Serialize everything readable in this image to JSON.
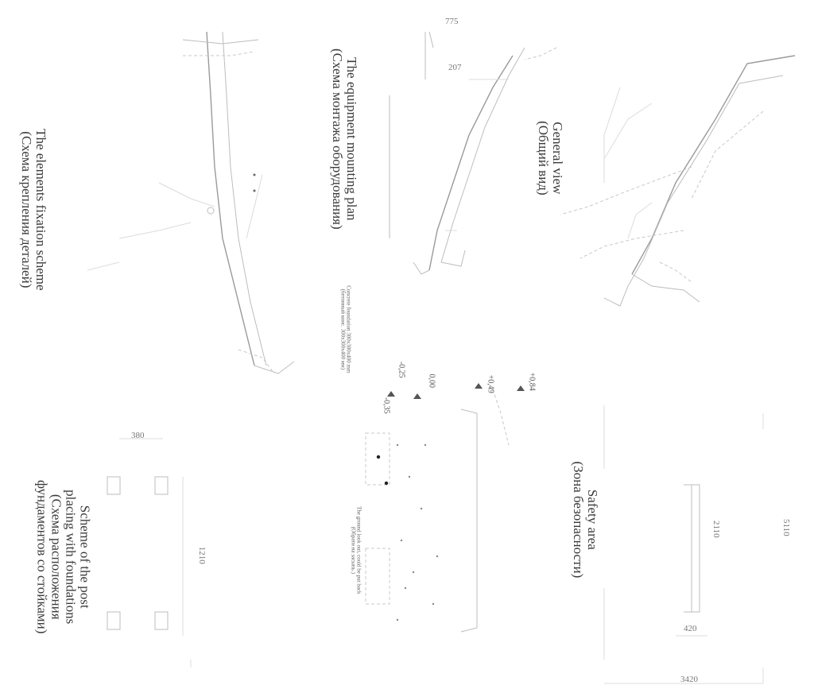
{
  "labels": {
    "general_view_en": "General view",
    "general_view_ru": "(Общий вид)",
    "mounting_plan_en": "The equipment mounting plan",
    "mounting_plan_ru": "(Схема монтажа оборудования)",
    "fixation_en": "The elements fixation scheme",
    "fixation_ru": "(Схема крепления деталей)",
    "safety_en": "Safety area",
    "safety_ru": "(Зона безопасности)",
    "post_en_1": "Scheme of the post",
    "post_en_2": "placing with foundations",
    "post_ru_1": "(Схема расположения",
    "post_ru_2": "фундаментов со стойками)",
    "foundation_en": "Concrete foundation 300x300x400 mm",
    "foundation_ru": "(бетонный конс. 300х300х400 мм)",
    "ground_en": "The ground look out, could be put back",
    "ground_ru": "(Обрати на засыпь.)"
  },
  "dimensions": {
    "d775": "775",
    "d207": "207",
    "d5110": "5110",
    "d2110": "2110",
    "d420": "420",
    "d3420": "3420",
    "d380": "380",
    "d1210": "1210"
  },
  "levels": {
    "l084": "+0,84",
    "l049": "+0,49",
    "l000": "0,00",
    "lm025": "-0,25",
    "lm035": "-0,35"
  }
}
